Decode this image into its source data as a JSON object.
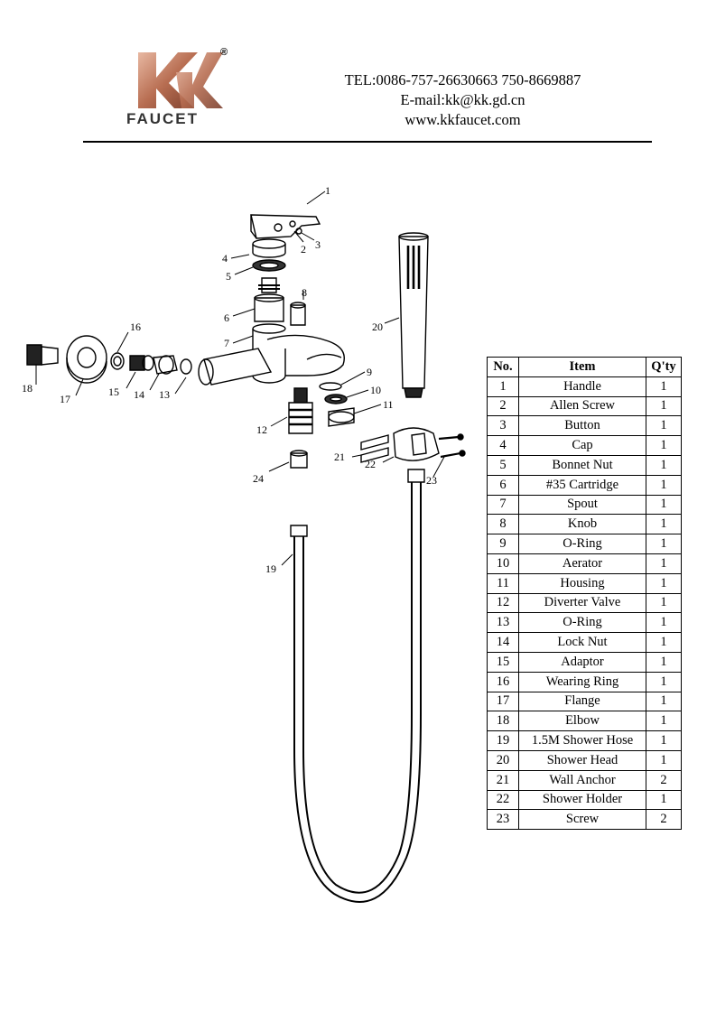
{
  "header": {
    "logo_text": "FAUCET",
    "registered_mark": "®",
    "contact": {
      "tel": "TEL:0086-757-26630663 750-8669887",
      "email": "E-mail:kk@kk.gd.cn",
      "web": "www.kkfaucet.com"
    }
  },
  "diagram": {
    "callouts": [
      "1",
      "2",
      "3",
      "4",
      "5",
      "6",
      "7",
      "8",
      "9",
      "10",
      "11",
      "12",
      "13",
      "14",
      "15",
      "16",
      "17",
      "18",
      "19",
      "20",
      "21",
      "22",
      "23",
      "24"
    ]
  },
  "parts_table": {
    "headers": [
      "No.",
      "Item",
      "Q'ty"
    ],
    "rows": [
      [
        "1",
        "Handle",
        "1"
      ],
      [
        "2",
        "Allen Screw",
        "1"
      ],
      [
        "3",
        "Button",
        "1"
      ],
      [
        "4",
        "Cap",
        "1"
      ],
      [
        "5",
        "Bonnet Nut",
        "1"
      ],
      [
        "6",
        "#35 Cartridge",
        "1"
      ],
      [
        "7",
        "Spout",
        "1"
      ],
      [
        "8",
        "Knob",
        "1"
      ],
      [
        "9",
        "O-Ring",
        "1"
      ],
      [
        "10",
        "Aerator",
        "1"
      ],
      [
        "11",
        "Housing",
        "1"
      ],
      [
        "12",
        "Diverter Valve",
        "1"
      ],
      [
        "13",
        "O-Ring",
        "1"
      ],
      [
        "14",
        "Lock Nut",
        "1"
      ],
      [
        "15",
        "Adaptor",
        "1"
      ],
      [
        "16",
        "Wearing Ring",
        "1"
      ],
      [
        "17",
        "Flange",
        "1"
      ],
      [
        "18",
        "Elbow",
        "1"
      ],
      [
        "19",
        "1.5M Shower Hose",
        "1"
      ],
      [
        "20",
        "Shower Head",
        "1"
      ],
      [
        "21",
        "Wall Anchor",
        "2"
      ],
      [
        "22",
        "Shower Holder",
        "1"
      ],
      [
        "23",
        "Screw",
        "2"
      ]
    ]
  },
  "colors": {
    "logo_light": "#d9a48d",
    "logo_dark": "#8a4a35"
  }
}
